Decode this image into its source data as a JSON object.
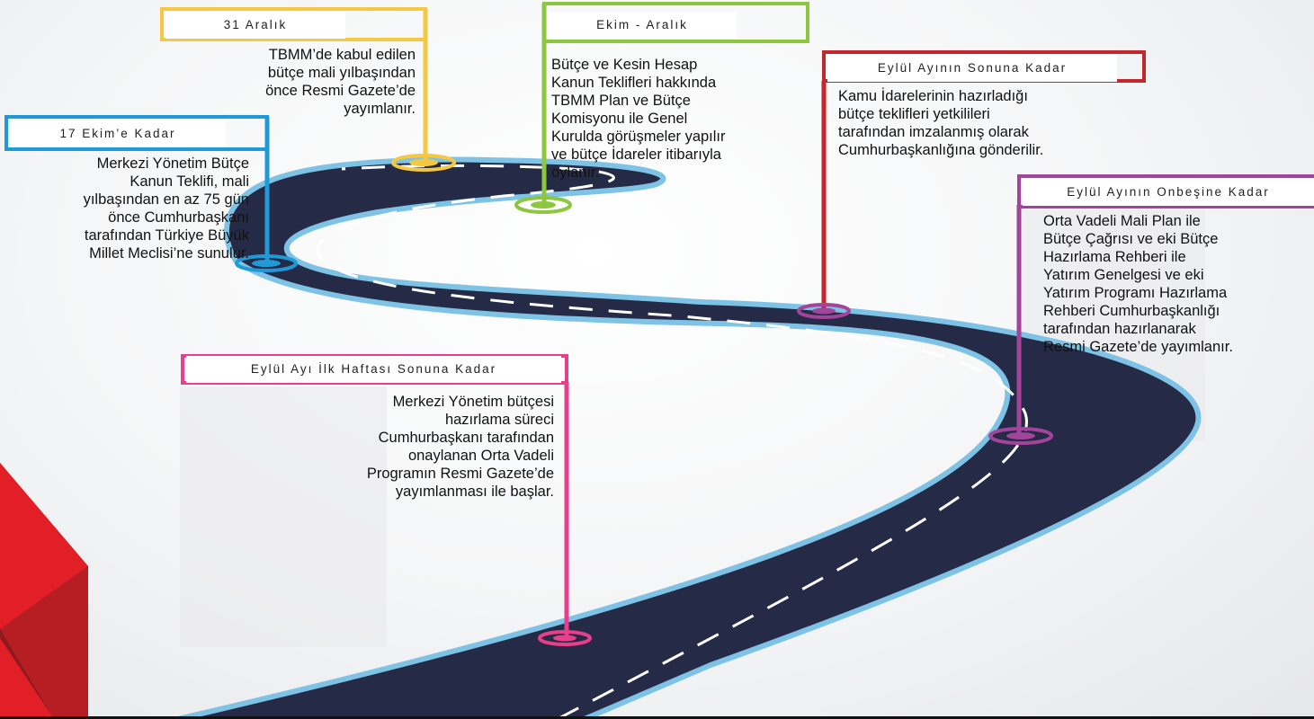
{
  "colors": {
    "road": "#252a47",
    "road_edge": "#7ec3e6",
    "lane": "#ffffff",
    "brand_red": "#e21f26",
    "brand_dark": "#8e1a1d"
  },
  "stages": [
    {
      "date": "31 Aralık",
      "text": "TBMM’de kabul edilen\nbütçe mali yılbaşından\nönce Resmi Gazete’de\nyayımlanır.",
      "color": "#f5c842"
    },
    {
      "date": "Ekim - Aralık",
      "text": "Bütçe ve Kesin Hesap\nKanun Teklifleri hakkında\nTBMM Plan ve Bütçe\nKomisyonu ile Genel\nKurulda görüşmeler yapılır\nve bütçe İdareler itibarıyla\noylanır.",
      "color": "#8dc63f"
    },
    {
      "date": "Eylül Ayının Sonuna Kadar",
      "text": "Kamu İdarelerinin hazırladığı\nbütçe teklifleri yetkilileri\ntarafından imzalanmış olarak\nCumhurbaşkanlığına gönderilir.",
      "color": "#c1272d"
    },
    {
      "date": "17 Ekim’e Kadar",
      "text": "Merkezi Yönetim Bütçe\nKanun Teklifi, mali\nyılbaşından en az 75 gün\nönce Cumhurbaşkanı\ntarafından Türkiye Büyük\nMillet Meclisi’ne sunulur.",
      "color": "#1f9ad6"
    },
    {
      "date": "Eylül Ayının Onbeşine Kadar",
      "text": "Orta Vadeli Mali Plan ile\nBütçe Çağrısı ve eki Bütçe\nHazırlama Rehberi ile\nYatırım Genelgesi ve eki\nYatırım Programı Hazırlama\nRehberi Cumhurbaşkanlığı\ntarafından hazırlanarak\nResmi Gazete’de yayımlanır.",
      "color": "#a3449b"
    },
    {
      "date": "Eylül Ayı İlk Haftası Sonuna Kadar",
      "text": "Merkezi Yönetim bütçesi\nhazırlama süreci\nCumhurbaşkanı tarafından\nonaylanan Orta Vadeli\nProgramın  Resmi Gazete’de\nyayımlanması ile başlar.",
      "color": "#e83e8c"
    }
  ]
}
